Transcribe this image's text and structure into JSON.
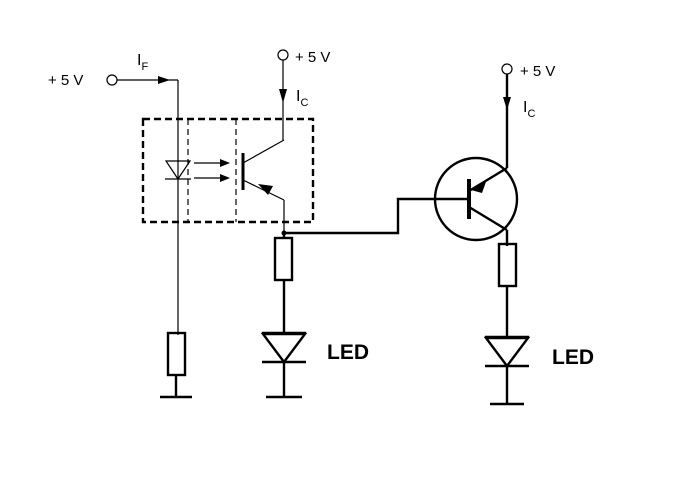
{
  "supply_label_left": "+ 5 V",
  "current_if": {
    "main": "I",
    "sub": "F"
  },
  "supply_label_opto": "+ 5 V",
  "current_ic_opto": {
    "main": "I",
    "sub": "C"
  },
  "supply_label_right": "+ 5 V",
  "current_ic_right": {
    "main": "I",
    "sub": "C"
  },
  "led_label_middle": "LED",
  "led_label_right": "LED"
}
